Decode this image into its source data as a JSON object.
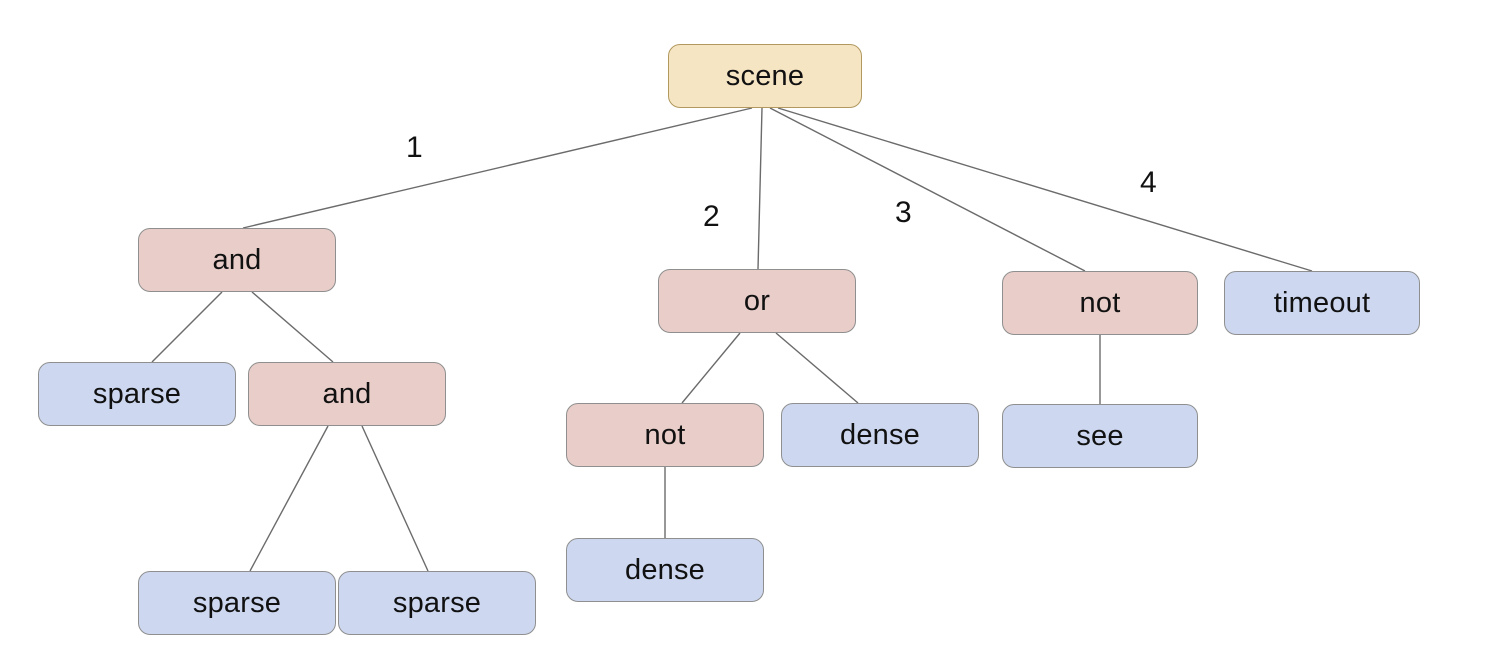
{
  "diagram": {
    "type": "tree",
    "nodes": {
      "scene": {
        "label": "scene",
        "role": "root"
      },
      "and1": {
        "label": "and",
        "role": "operator"
      },
      "or1": {
        "label": "or",
        "role": "operator"
      },
      "not1": {
        "label": "not",
        "role": "operator"
      },
      "timeout1": {
        "label": "timeout",
        "role": "leaf"
      },
      "sparse1": {
        "label": "sparse",
        "role": "leaf"
      },
      "and2": {
        "label": "and",
        "role": "operator"
      },
      "not2": {
        "label": "not",
        "role": "operator"
      },
      "dense1": {
        "label": "dense",
        "role": "leaf"
      },
      "see1": {
        "label": "see",
        "role": "leaf"
      },
      "dense2": {
        "label": "dense",
        "role": "leaf"
      },
      "sparse2": {
        "label": "sparse",
        "role": "leaf"
      },
      "sparse3": {
        "label": "sparse",
        "role": "leaf"
      }
    },
    "edge_labels": {
      "e1": "1",
      "e2": "2",
      "e3": "3",
      "e4": "4"
    },
    "tree": {
      "label": "scene",
      "children": [
        {
          "edge_label": "1",
          "label": "and",
          "children": [
            {
              "label": "sparse"
            },
            {
              "label": "and",
              "children": [
                {
                  "label": "sparse"
                },
                {
                  "label": "sparse"
                }
              ]
            }
          ]
        },
        {
          "edge_label": "2",
          "label": "or",
          "children": [
            {
              "label": "not",
              "children": [
                {
                  "label": "dense"
                }
              ]
            },
            {
              "label": "dense"
            }
          ]
        },
        {
          "edge_label": "3",
          "label": "not",
          "children": [
            {
              "label": "see"
            }
          ]
        },
        {
          "edge_label": "4",
          "label": "timeout"
        }
      ]
    },
    "colors": {
      "root_fill": "#f6e5c3",
      "operator_fill": "#e8cdc9",
      "leaf_fill": "#cdd8f0",
      "border": "#8f8f8f",
      "line": "#6b6b6b"
    }
  }
}
